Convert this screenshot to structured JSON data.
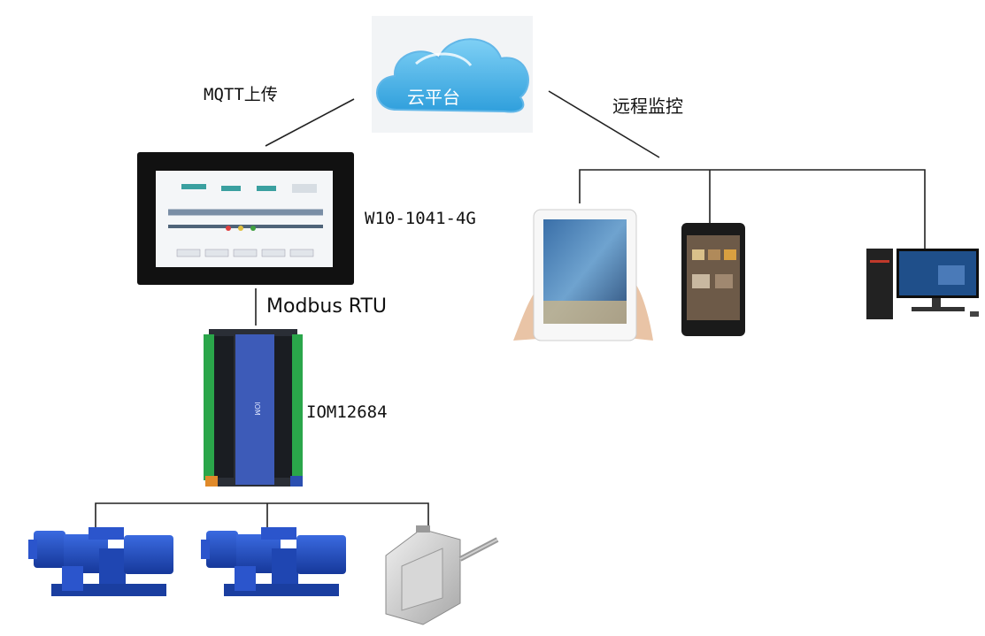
{
  "cloud": {
    "label": "云平台"
  },
  "links": {
    "upload_label": "MQTT上传",
    "remote_label": "远程监控",
    "bus_label": "Modbus RTU"
  },
  "devices": {
    "hmi_label": "W10-1041-4G",
    "io_module_label": "IOM12684"
  },
  "colors": {
    "cloud_blue": "#4fb0e6",
    "pump_blue": "#1e4fc4",
    "terminal_green": "#2aa64a",
    "module_blue": "#3d5bb8",
    "line": "#222222"
  },
  "icons": [
    "cloud-icon",
    "hmi-panel-icon",
    "tablet-icon",
    "smartphone-icon",
    "desktop-pc-icon",
    "io-module-icon",
    "water-pump-icon",
    "load-cell-sensor-icon"
  ]
}
